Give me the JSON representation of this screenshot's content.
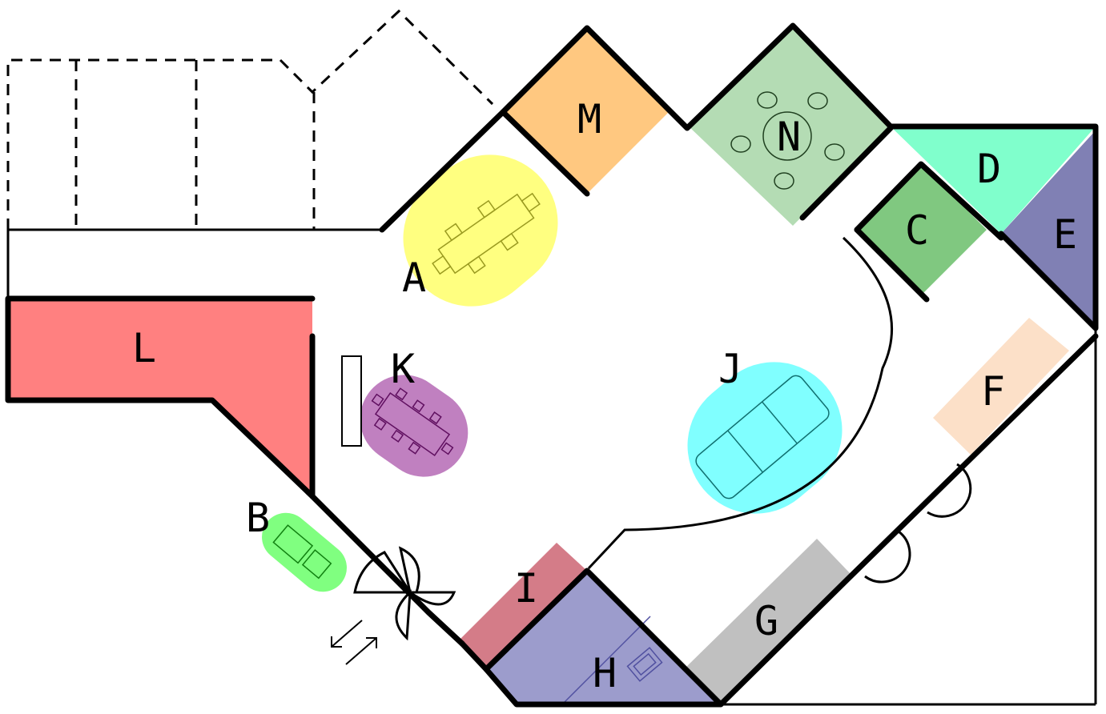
{
  "rooms": [
    {
      "id": "A",
      "label": "A",
      "color": "#ffff80"
    },
    {
      "id": "B",
      "label": "B",
      "color": "#80ff80"
    },
    {
      "id": "C",
      "label": "C",
      "color": "#80c880"
    },
    {
      "id": "D",
      "label": "D",
      "color": "#80ffcc"
    },
    {
      "id": "E",
      "label": "E",
      "color": "#8080b4"
    },
    {
      "id": "F",
      "label": "F",
      "color": "#fce0c8"
    },
    {
      "id": "G",
      "label": "G",
      "color": "#c0c0c0"
    },
    {
      "id": "H",
      "label": "H",
      "color": "#9c9ccc"
    },
    {
      "id": "I",
      "label": "I",
      "color": "#d47c88"
    },
    {
      "id": "J",
      "label": "J",
      "color": "#80ffff"
    },
    {
      "id": "K",
      "label": "K",
      "color": "#c080c0"
    },
    {
      "id": "L",
      "label": "L",
      "color": "#ff8080"
    },
    {
      "id": "M",
      "label": "M",
      "color": "#ffc880"
    },
    {
      "id": "N",
      "label": "N",
      "color": "#b4dcb4"
    }
  ],
  "wall_color": "#000000",
  "entrance_icon": "double-arrow-icon"
}
